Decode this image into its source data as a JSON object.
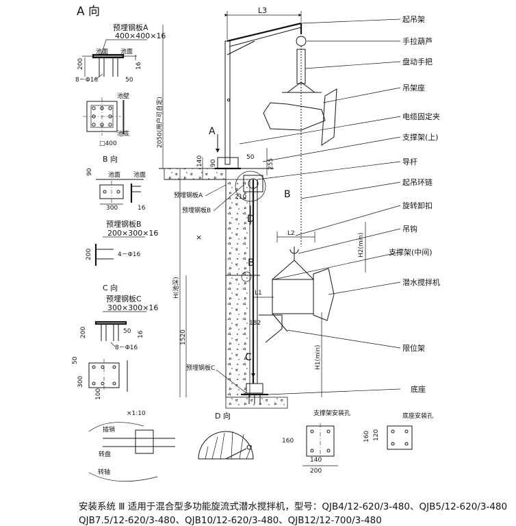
{
  "title": "A 向",
  "views": {
    "a_view_plate": "预埋钢板A",
    "a_view_plate_size": "400×400×16",
    "b_view": "B 向",
    "b_view_plate": "预埋钢板B",
    "b_view_plate_size": "200×300×16",
    "c_view": "C 向",
    "c_view_plate": "预埋钢板C",
    "c_view_plate_size": "300×300×16",
    "d_view": "D 向",
    "scale": "×1:10"
  },
  "small_labels": {
    "pool_surface": "池面",
    "pool_wall": "池壁",
    "pool_bottom": "池底",
    "square_400": "□400",
    "bolt_a": "8－Φ16",
    "bolt_b": "4－Φ16",
    "bolt_c": "8－Φ16",
    "pin": "插销",
    "turntable": "转盘",
    "handle": "转轴",
    "support_holes": "支撑架安装孔",
    "base_holes": "底座安装孔",
    "plate_a_note": "预埋钢板A",
    "plate_b_note": "预埋钢板B",
    "plate_c_note": "预埋钢板C"
  },
  "dimensions": {
    "d200a": "200",
    "d16a": "16",
    "d50a": "50",
    "d90": "90",
    "d300b": "300",
    "d16b": "16",
    "d200b": "200",
    "d200c": "200",
    "d50c": "50",
    "d16c": "16",
    "d300c": "300",
    "d100c": "100",
    "d50c2": "50",
    "l3": "L3",
    "h2050": "2050(用户可自定)",
    "d140": "140",
    "d90m": "90",
    "d50m": "50",
    "d210": "210",
    "d255": "255",
    "l2": "L2",
    "h2min": "H2(min)",
    "hdepth": "H(池深)",
    "l1": "L1",
    "d1520": "1520",
    "d182": "182",
    "h1min": "H1(min)",
    "d160a": "160",
    "d140a": "140",
    "d200d": "200",
    "d160b": "160",
    "d120b": "120"
  },
  "markers": {
    "a": "A",
    "b": "B",
    "b2": "B",
    "c": "C",
    "d": "D",
    "x": "×"
  },
  "callouts": [
    "起吊架",
    "手拉葫芦",
    "盘动手把",
    "吊架座",
    "电缆固定夹",
    "支撑架(上)",
    "导杆",
    "起吊环链",
    "旋转卸扣",
    "吊钩",
    "支撑架(中间)",
    "潜水搅拌机",
    "限位架",
    "底座"
  ],
  "caption": {
    "line1": "安装系统 Ⅲ 适用于混合型多功能旋流式潜水搅拌机，型号：QJB4/12-620/3-480、QJB5/12-620/3-480",
    "line2": "QJB7.5/12-620/3-480、QJB10/12-620/3-480、QJB12/12-700/3-480"
  }
}
